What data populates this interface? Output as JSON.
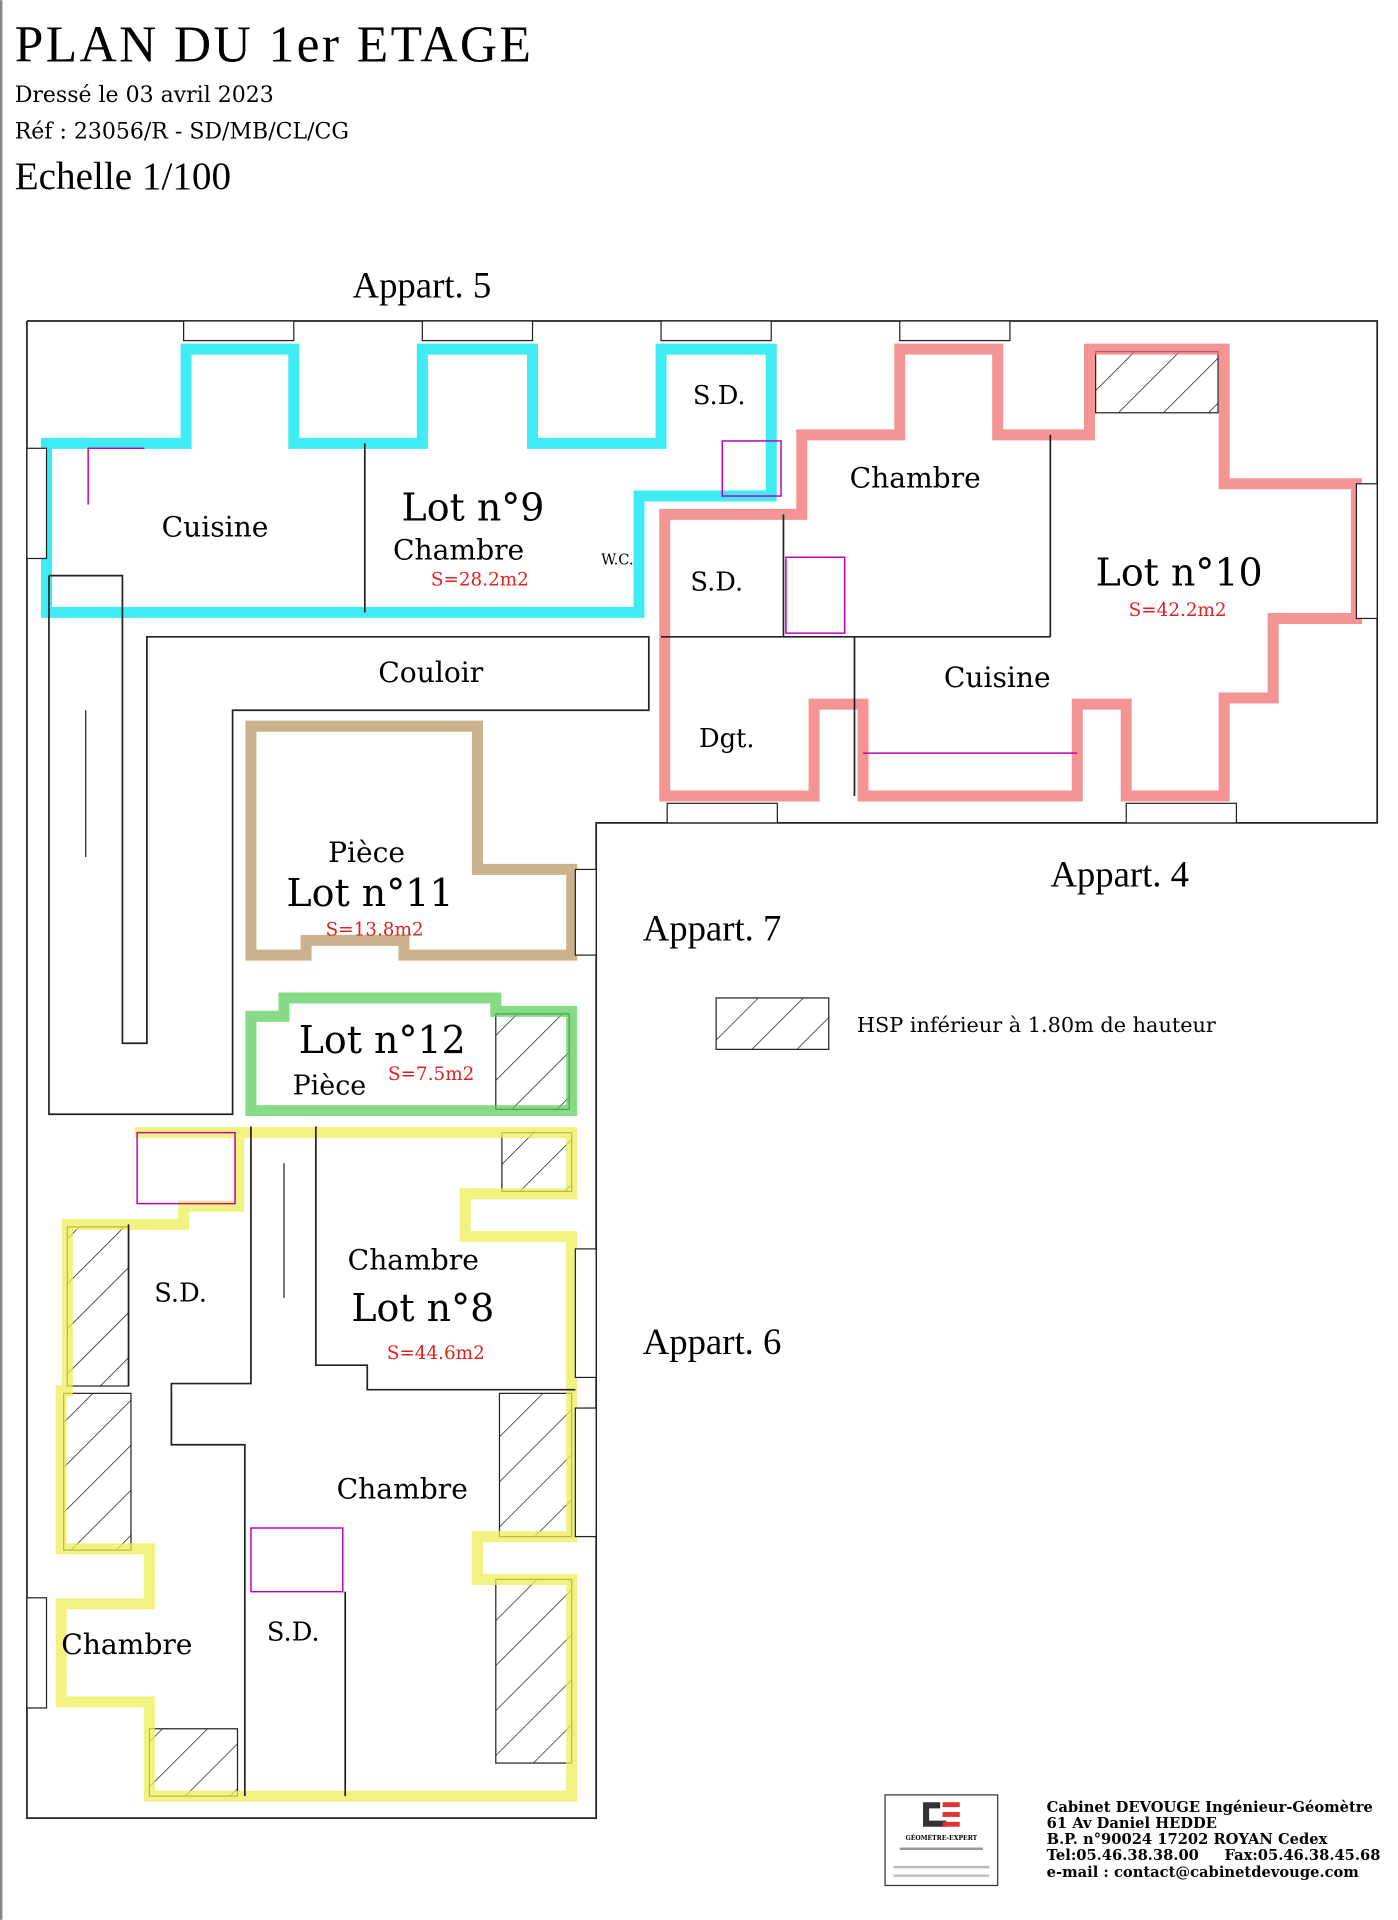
{
  "header": {
    "title": "PLAN DU 1er ETAGE",
    "date": "Dressé le 03 avril 2023",
    "ref": "Réf : 23056/R - SD/MB/CL/CG",
    "scale": "Echelle 1/100"
  },
  "apartments": [
    "Appart. 5",
    "Appart. 4",
    "Appart. 7",
    "Appart. 6"
  ],
  "lots": {
    "lot9": {
      "name": "Lot n°9",
      "room": "Chambre",
      "area": "S=28.2m2",
      "color": "#00e5f0"
    },
    "lot10": {
      "name": "Lot n°10",
      "area": "S=42.2m2",
      "color": "#f07070"
    },
    "lot11": {
      "name": "Lot n°11",
      "room": "Pièce",
      "area": "S=13.8m2",
      "color": "#b89a66"
    },
    "lot12": {
      "name": "Lot n°12",
      "room": "Pièce",
      "area": "S=7.5m2",
      "color": "#5fcf5f"
    },
    "lot8": {
      "name": "Lot n°8",
      "room": "Chambre",
      "area": "S=44.6m2",
      "color": "#eeee55"
    }
  },
  "rooms": {
    "cuisine9": "Cuisine",
    "wc": "W.C.",
    "sd9": "S.D.",
    "sd10": "S.D.",
    "chambre10": "Chambre",
    "cuisine10": "Cuisine",
    "couloir": "Couloir",
    "dgt": "Dgt.",
    "sd8a": "S.D.",
    "chambre8b": "Chambre",
    "chambre8c": "Chambre",
    "sd8b": "S.D."
  },
  "legend": {
    "label": "HSP inférieur à 1.80m de hauteur"
  },
  "company": {
    "logo_text": "GÉOMÈTRE-EXPERT",
    "lines": [
      "Cabinet DEVOUGE Ingénieur-Géomètre",
      "61 Av Daniel HEDDE",
      "B.P. n°90024 17202 ROYAN Cedex",
      "Tel:05.46.38.38.00     Fax:05.46.38.45.68",
      "e-mail : contact@cabinetdevouge.com"
    ]
  }
}
